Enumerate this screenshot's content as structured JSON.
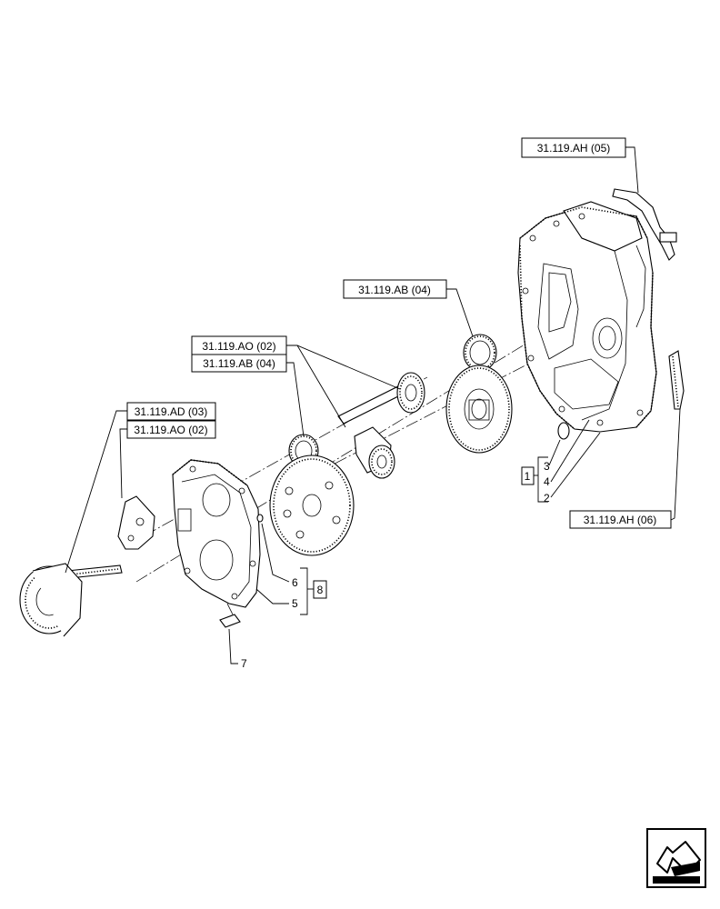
{
  "references": [
    {
      "id": "ref-ah-05",
      "text": "31.119.AH (05)"
    },
    {
      "id": "ref-ab-04-upper",
      "text": "31.119.AB (04)"
    },
    {
      "id": "ref-ao-02-upper",
      "text": "31.119.AO (02)"
    },
    {
      "id": "ref-ab-04-lower",
      "text": "31.119.AB (04)"
    },
    {
      "id": "ref-ad-03",
      "text": "31.119.AD (03)"
    },
    {
      "id": "ref-ao-02-lower",
      "text": "31.119.AO (02)"
    },
    {
      "id": "ref-ah-06",
      "text": "31.119.AH (06)"
    }
  ],
  "callouts": {
    "group_1": "1",
    "item_3": "3",
    "item_4": "4",
    "item_2": "2",
    "group_8": "8",
    "item_6": "6",
    "item_5": "5",
    "item_7": "7"
  },
  "icons": {
    "navigation": "back-arrow-icon"
  }
}
